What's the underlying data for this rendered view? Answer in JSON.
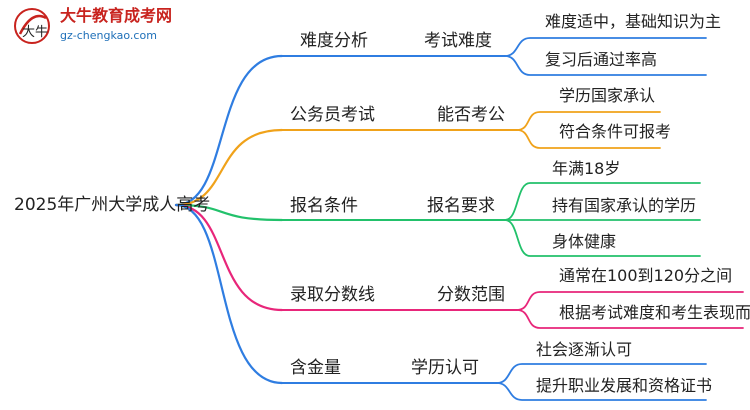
{
  "logo": {
    "name": "大牛教育成考网",
    "url": "gz-chengkao.com",
    "badge_text": "大牛"
  },
  "root": {
    "label": "2025年广州大学成人高考"
  },
  "branches": [
    {
      "label": "难度分析",
      "sub": "考试难度",
      "color": "#2f7de1",
      "leaves": [
        "难度适中，基础知识为主",
        "复习后通过率高"
      ]
    },
    {
      "label": "公务员考试",
      "sub": "能否考公",
      "color": "#f0a21a",
      "leaves": [
        "学历国家承认",
        "符合条件可报考"
      ]
    },
    {
      "label": "报名条件",
      "sub": "报名要求",
      "color": "#22c16b",
      "leaves": [
        "年满18岁",
        "持有国家承认的学历",
        "身体健康"
      ]
    },
    {
      "label": "录取分数线",
      "sub": "分数范围",
      "color": "#e8267a",
      "leaves": [
        "通常在100到120分之间",
        "根据考试难度和考生表现而定"
      ]
    },
    {
      "label": "含金量",
      "sub": "学历认可",
      "color": "#2f7de1",
      "leaves": [
        "社会逐渐认可",
        "提升职业发展和资格证书"
      ]
    }
  ]
}
